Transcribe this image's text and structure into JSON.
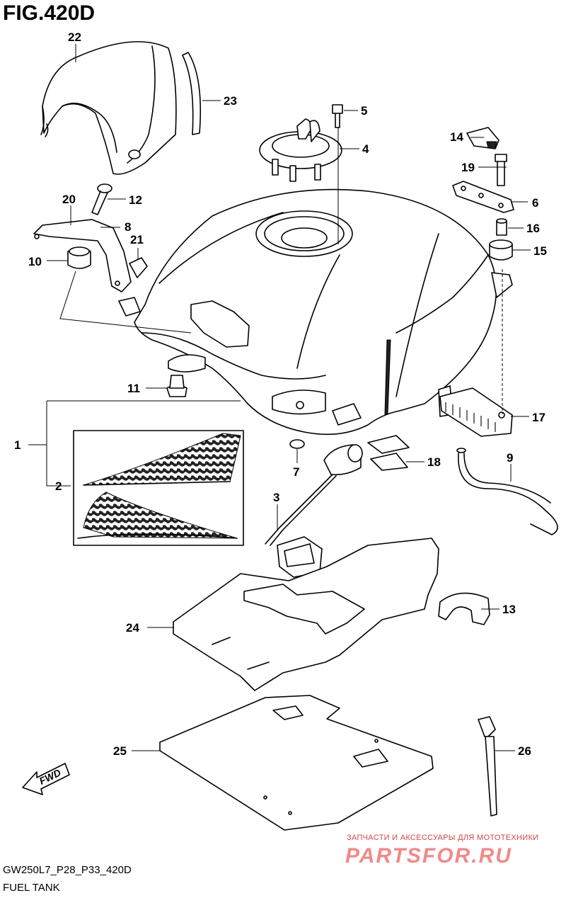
{
  "figure": {
    "title": "FIG.420D",
    "model_code": "GW250L7_P28_P33_420D",
    "caption": "FUEL TANK"
  },
  "watermark": {
    "line1": "ЗАПЧАСТИ И АКСЕССУАРЫ ДЛЯ МОТОТЕХНИКИ",
    "line2": "PARTSFOR.RU"
  },
  "fwd_label": "FWD",
  "part_labels": {
    "p1": "1",
    "p2": "2",
    "p3": "3",
    "p4": "4",
    "p5": "5",
    "p6": "6",
    "p7": "7",
    "p8": "8",
    "p9": "9",
    "p10": "10",
    "p11": "11",
    "p12": "12",
    "p13": "13",
    "p14": "14",
    "p15": "15",
    "p16": "16",
    "p17": "17",
    "p18": "18",
    "p19": "19",
    "p20": "20",
    "p21": "21",
    "p22": "22",
    "p23": "23",
    "p24": "24",
    "p25": "25",
    "p26": "26"
  }
}
